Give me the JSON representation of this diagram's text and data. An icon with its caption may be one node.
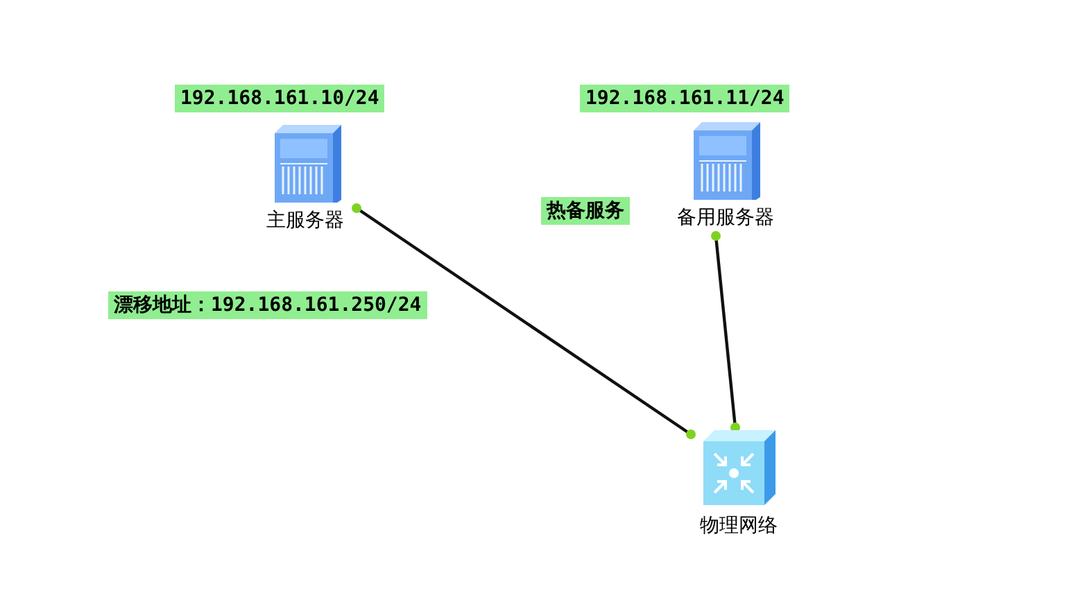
{
  "diagram": {
    "nodes": [
      {
        "text": [
          "主服务器"
        ],
        "beside": [
          "192.168.161.10/24"
        ]
      },
      {
        "text": [
          "备用服务器"
        ],
        "beside": [
          "192.168.161.11/24"
        ]
      },
      {
        "text": [
          "物理网络"
        ]
      }
    ],
    "edges": [
      {
        "from": 0,
        "to": 2,
        "arrow": "other"
      },
      {
        "from": 1,
        "to": 2,
        "arrow": "other"
      }
    ],
    "labels": [
      "漂移地址：192.168.161.250/24",
      "热备服务"
    ]
  }
}
